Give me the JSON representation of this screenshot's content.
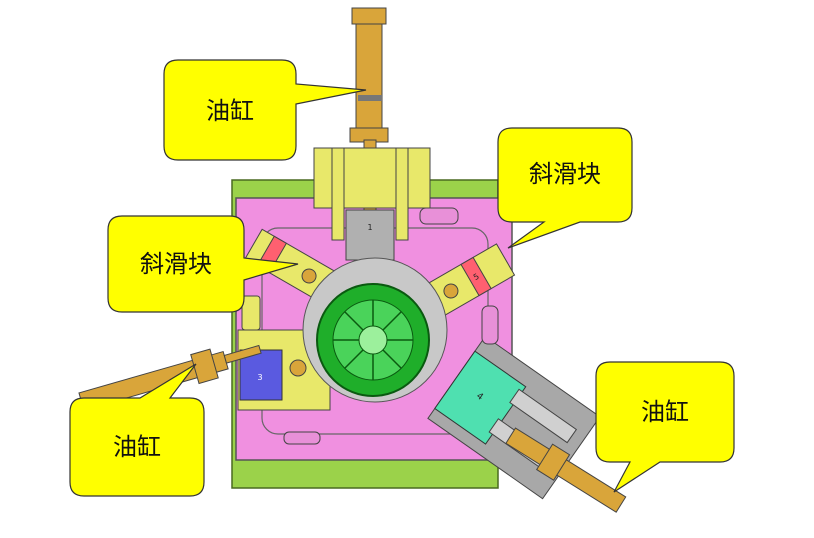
{
  "colors": {
    "callout_fill": "#ffff00",
    "callout_stroke": "#333333",
    "base_green": "#9bd24a",
    "plate_pink": "#f090e0",
    "cylinder_gold": "#d9a53a",
    "slider_yellow": "#e8e86a",
    "core_green": "#1fae2a",
    "slider_cyan": "#4fe0b0",
    "slider_blue": "#5a5ae0",
    "metal_gray": "#a8a8a8"
  },
  "callouts": [
    {
      "id": "cylinder-top",
      "label": "油缸"
    },
    {
      "id": "slider-right",
      "label": "斜滑块"
    },
    {
      "id": "slider-left",
      "label": "斜滑块"
    },
    {
      "id": "cylinder-left",
      "label": "油缸"
    },
    {
      "id": "cylinder-right",
      "label": "油缸"
    }
  ],
  "part_numbers": {
    "top_slider": "1",
    "left_slider": "3",
    "right_slider": "5",
    "bottom_slider": "4"
  }
}
